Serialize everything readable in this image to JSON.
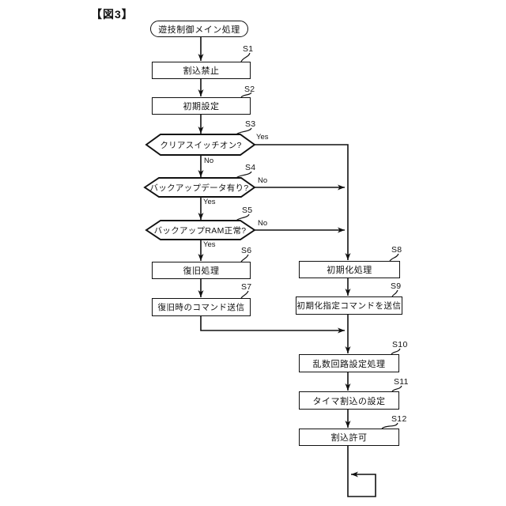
{
  "figure_label": "【図3】",
  "flowchart": {
    "start_label": "遊技制御メイン処理",
    "steps": [
      {
        "id": "S1",
        "label": "割込禁止",
        "type": "process"
      },
      {
        "id": "S2",
        "label": "初期設定",
        "type": "process"
      },
      {
        "id": "S3",
        "label": "クリアスイッチオン?",
        "type": "decision",
        "branch_right": "Yes",
        "branch_down": "No"
      },
      {
        "id": "S4",
        "label": "バックアップデータ有り?",
        "type": "decision",
        "branch_right": "No",
        "branch_down": "Yes"
      },
      {
        "id": "S5",
        "label": "バックアップRAM正常?",
        "type": "decision",
        "branch_right": "No",
        "branch_down": "Yes"
      },
      {
        "id": "S6",
        "label": "復旧処理",
        "type": "process"
      },
      {
        "id": "S7",
        "label": "復旧時のコマンド送信",
        "type": "process"
      },
      {
        "id": "S8",
        "label": "初期化処理",
        "type": "process"
      },
      {
        "id": "S9",
        "label": "初期化指定コマンドを送信",
        "type": "process"
      },
      {
        "id": "S10",
        "label": "乱数回路設定処理",
        "type": "process"
      },
      {
        "id": "S11",
        "label": "タイマ割込の設定",
        "type": "process"
      },
      {
        "id": "S12",
        "label": "割込許可",
        "type": "process"
      }
    ],
    "line_color": "#111111",
    "background_color": "#ffffff"
  }
}
